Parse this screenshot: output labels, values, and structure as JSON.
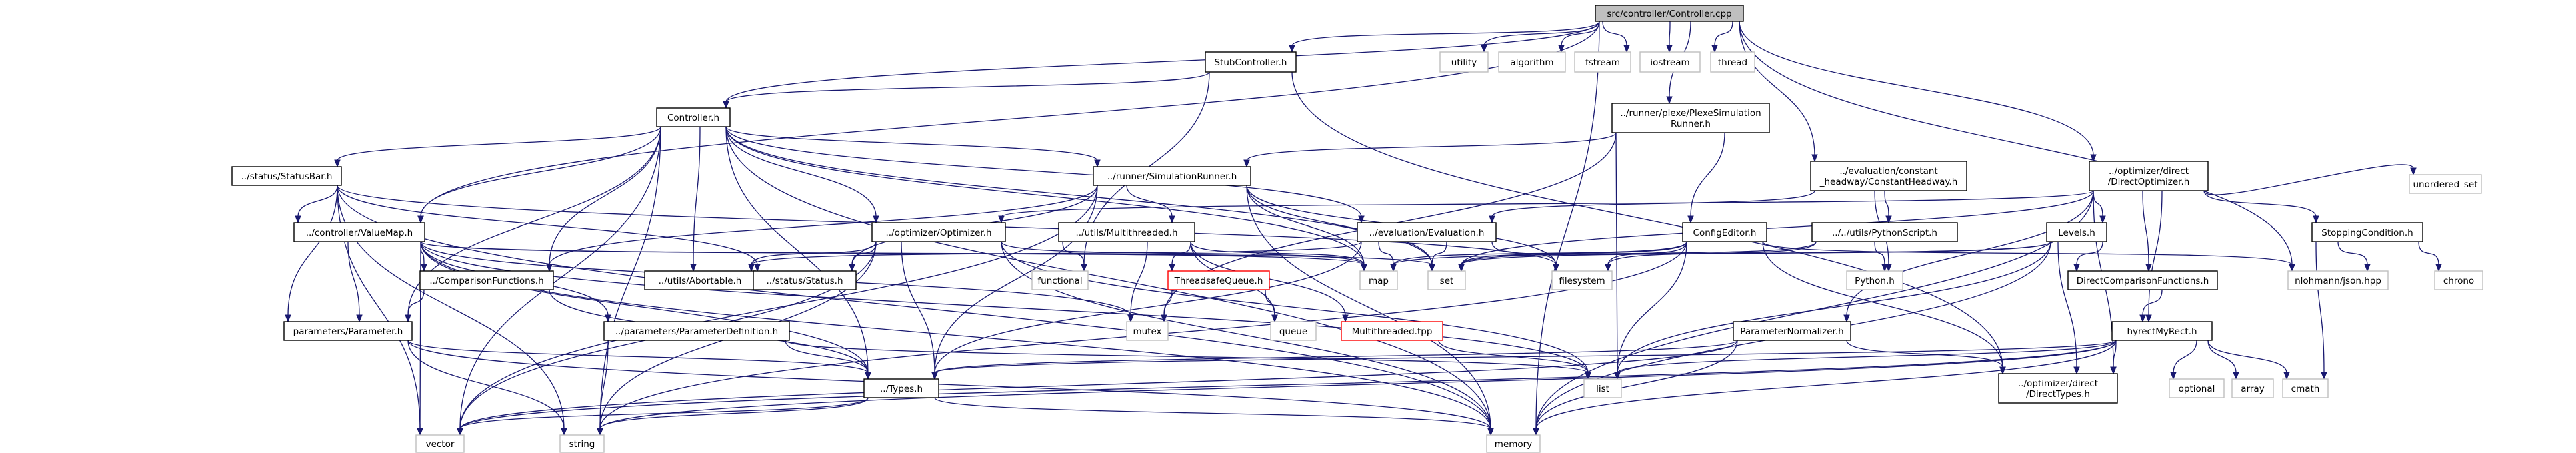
{
  "graph": {
    "title": "src/controller/Controller.cpp",
    "colors": {
      "edge": "#191970",
      "root_fill": "#bfbfbf",
      "node_fill": "#ffffff",
      "node_border": "#000000",
      "system_border": "#bfbfbf",
      "missing_border": "#ff0000"
    },
    "nodes": [
      {
        "id": "root",
        "lines": [
          "src/controller/Controller.cpp"
        ],
        "kind": "root"
      },
      {
        "id": "utility",
        "lines": [
          "utility"
        ],
        "kind": "system"
      },
      {
        "id": "algorithm",
        "lines": [
          "algorithm"
        ],
        "kind": "system"
      },
      {
        "id": "fstream",
        "lines": [
          "fstream"
        ],
        "kind": "system"
      },
      {
        "id": "iostream",
        "lines": [
          "iostream"
        ],
        "kind": "system"
      },
      {
        "id": "thread",
        "lines": [
          "thread"
        ],
        "kind": "system"
      },
      {
        "id": "stubcontroller",
        "lines": [
          "StubController.h"
        ],
        "kind": "file"
      },
      {
        "id": "controller_h",
        "lines": [
          "Controller.h"
        ],
        "kind": "file"
      },
      {
        "id": "plexe",
        "lines": [
          "../runner/plexe/PlexeSimulation",
          "Runner.h"
        ],
        "kind": "file"
      },
      {
        "id": "consthw",
        "lines": [
          "../evaluation/constant",
          "_headway/ConstantHeadway.h"
        ],
        "kind": "file"
      },
      {
        "id": "directopt",
        "lines": [
          "../optimizer/direct",
          "/DirectOptimizer.h"
        ],
        "kind": "file"
      },
      {
        "id": "statusbar",
        "lines": [
          "../status/StatusBar.h"
        ],
        "kind": "file"
      },
      {
        "id": "simrunner",
        "lines": [
          "../runner/SimulationRunner.h"
        ],
        "kind": "file"
      },
      {
        "id": "configeditor",
        "lines": [
          "ConfigEditor.h"
        ],
        "kind": "file"
      },
      {
        "id": "pythonscript",
        "lines": [
          "../../utils/PythonScript.h"
        ],
        "kind": "file"
      },
      {
        "id": "evaluation",
        "lines": [
          "../evaluation/Evaluation.h"
        ],
        "kind": "file"
      },
      {
        "id": "valuemap",
        "lines": [
          "../controller/ValueMap.h"
        ],
        "kind": "file"
      },
      {
        "id": "optimizer",
        "lines": [
          "../optimizer/Optimizer.h"
        ],
        "kind": "file"
      },
      {
        "id": "multithreaded",
        "lines": [
          "../utils/Multithreaded.h"
        ],
        "kind": "file"
      },
      {
        "id": "levels",
        "lines": [
          "Levels.h"
        ],
        "kind": "file"
      },
      {
        "id": "stopping",
        "lines": [
          "StoppingCondition.h"
        ],
        "kind": "file"
      },
      {
        "id": "unordered_set",
        "lines": [
          "unordered_set"
        ],
        "kind": "system"
      },
      {
        "id": "compfunc",
        "lines": [
          "../ComparisonFunctions.h"
        ],
        "kind": "file"
      },
      {
        "id": "abortable",
        "lines": [
          "../utils/Abortable.h"
        ],
        "kind": "file"
      },
      {
        "id": "status",
        "lines": [
          "../status/Status.h"
        ],
        "kind": "file"
      },
      {
        "id": "functional",
        "lines": [
          "functional"
        ],
        "kind": "system"
      },
      {
        "id": "map",
        "lines": [
          "map"
        ],
        "kind": "system"
      },
      {
        "id": "set",
        "lines": [
          "set"
        ],
        "kind": "system"
      },
      {
        "id": "filesystem",
        "lines": [
          "filesystem"
        ],
        "kind": "system"
      },
      {
        "id": "python",
        "lines": [
          "Python.h"
        ],
        "kind": "system"
      },
      {
        "id": "nlohmann",
        "lines": [
          "nlohmann/json.hpp"
        ],
        "kind": "system"
      },
      {
        "id": "chrono",
        "lines": [
          "chrono"
        ],
        "kind": "system"
      },
      {
        "id": "tsqueue",
        "lines": [
          "ThreadsafeQueue.h"
        ],
        "kind": "missing"
      },
      {
        "id": "directcomp",
        "lines": [
          "DirectComparisonFunctions.h"
        ],
        "kind": "file"
      },
      {
        "id": "parameter",
        "lines": [
          "parameters/Parameter.h"
        ],
        "kind": "file"
      },
      {
        "id": "paramdef",
        "lines": [
          "../parameters/ParameterDefinition.h"
        ],
        "kind": "file"
      },
      {
        "id": "mtpp",
        "lines": [
          "Multithreaded.tpp"
        ],
        "kind": "missing"
      },
      {
        "id": "mutex",
        "lines": [
          "mutex"
        ],
        "kind": "system"
      },
      {
        "id": "queue",
        "lines": [
          "queue"
        ],
        "kind": "system"
      },
      {
        "id": "paramnorm",
        "lines": [
          "ParameterNormalizer.h"
        ],
        "kind": "file"
      },
      {
        "id": "hyrect",
        "lines": [
          "hyrectMyRect.h"
        ],
        "kind": "file"
      },
      {
        "id": "types",
        "lines": [
          "../Types.h"
        ],
        "kind": "file"
      },
      {
        "id": "list",
        "lines": [
          "list"
        ],
        "kind": "system"
      },
      {
        "id": "directtypes",
        "lines": [
          "../optimizer/direct",
          "/DirectTypes.h"
        ],
        "kind": "file"
      },
      {
        "id": "optional",
        "lines": [
          "optional"
        ],
        "kind": "system"
      },
      {
        "id": "array",
        "lines": [
          "array"
        ],
        "kind": "system"
      },
      {
        "id": "cmath",
        "lines": [
          "cmath"
        ],
        "kind": "system"
      },
      {
        "id": "vector",
        "lines": [
          "vector"
        ],
        "kind": "system"
      },
      {
        "id": "string",
        "lines": [
          "string"
        ],
        "kind": "system"
      },
      {
        "id": "memory",
        "lines": [
          "memory"
        ],
        "kind": "system"
      }
    ],
    "edges": [
      [
        "root",
        "utility"
      ],
      [
        "root",
        "algorithm"
      ],
      [
        "root",
        "fstream"
      ],
      [
        "root",
        "iostream"
      ],
      [
        "root",
        "thread"
      ],
      [
        "root",
        "stubcontroller"
      ],
      [
        "root",
        "controller_h"
      ],
      [
        "root",
        "plexe"
      ],
      [
        "root",
        "consthw"
      ],
      [
        "root",
        "directopt"
      ],
      [
        "root",
        "valuemap"
      ],
      [
        "root",
        "nlohmann"
      ],
      [
        "root",
        "memory"
      ],
      [
        "stubcontroller",
        "controller_h"
      ],
      [
        "stubcontroller",
        "functional"
      ],
      [
        "stubcontroller",
        "directtypes"
      ],
      [
        "controller_h",
        "statusbar"
      ],
      [
        "controller_h",
        "simrunner"
      ],
      [
        "controller_h",
        "valuemap"
      ],
      [
        "controller_h",
        "optimizer"
      ],
      [
        "controller_h",
        "evaluation"
      ],
      [
        "controller_h",
        "compfunc"
      ],
      [
        "controller_h",
        "abortable"
      ],
      [
        "controller_h",
        "map"
      ],
      [
        "controller_h",
        "set"
      ],
      [
        "controller_h",
        "parameter"
      ],
      [
        "controller_h",
        "types"
      ],
      [
        "controller_h",
        "vector"
      ],
      [
        "controller_h",
        "memory"
      ],
      [
        "controller_h",
        "string"
      ],
      [
        "plexe",
        "simrunner"
      ],
      [
        "plexe",
        "configeditor"
      ],
      [
        "plexe",
        "list"
      ],
      [
        "plexe",
        "mutex"
      ],
      [
        "consthw",
        "evaluation"
      ],
      [
        "consthw",
        "pythonscript"
      ],
      [
        "consthw",
        "python"
      ],
      [
        "directopt",
        "optimizer"
      ],
      [
        "directopt",
        "levels"
      ],
      [
        "directopt",
        "stopping"
      ],
      [
        "directopt",
        "unordered_set"
      ],
      [
        "directopt",
        "directcomp"
      ],
      [
        "directopt",
        "hyrect"
      ],
      [
        "directopt",
        "paramnorm"
      ],
      [
        "directopt",
        "set"
      ],
      [
        "directopt",
        "directtypes"
      ],
      [
        "directopt",
        "memory"
      ],
      [
        "statusbar",
        "valuemap"
      ],
      [
        "statusbar",
        "status"
      ],
      [
        "statusbar",
        "filesystem"
      ],
      [
        "statusbar",
        "parameter"
      ],
      [
        "statusbar",
        "vector"
      ],
      [
        "statusbar",
        "string"
      ],
      [
        "statusbar",
        "memory"
      ],
      [
        "simrunner",
        "multithreaded"
      ],
      [
        "simrunner",
        "status"
      ],
      [
        "simrunner",
        "map"
      ],
      [
        "simrunner",
        "set"
      ],
      [
        "simrunner",
        "filesystem"
      ],
      [
        "simrunner",
        "compfunc"
      ],
      [
        "simrunner",
        "memory"
      ],
      [
        "simrunner",
        "types"
      ],
      [
        "simrunner",
        "vector"
      ],
      [
        "configeditor",
        "map"
      ],
      [
        "configeditor",
        "set"
      ],
      [
        "configeditor",
        "filesystem"
      ],
      [
        "configeditor",
        "nlohmann"
      ],
      [
        "configeditor",
        "string"
      ],
      [
        "configeditor",
        "list"
      ],
      [
        "configeditor",
        "directtypes"
      ],
      [
        "pythonscript",
        "python"
      ],
      [
        "pythonscript",
        "filesystem"
      ],
      [
        "pythonscript",
        "set"
      ],
      [
        "evaluation",
        "abortable"
      ],
      [
        "evaluation",
        "map"
      ],
      [
        "evaluation",
        "set"
      ],
      [
        "evaluation",
        "types"
      ],
      [
        "evaluation",
        "filesystem"
      ],
      [
        "valuemap",
        "compfunc"
      ],
      [
        "valuemap",
        "parameter"
      ],
      [
        "valuemap",
        "paramdef"
      ],
      [
        "valuemap",
        "types"
      ],
      [
        "valuemap",
        "map"
      ],
      [
        "valuemap",
        "vector"
      ],
      [
        "valuemap",
        "memory"
      ],
      [
        "valuemap",
        "set"
      ],
      [
        "valuemap",
        "list"
      ],
      [
        "valuemap",
        "mutex"
      ],
      [
        "optimizer",
        "status"
      ],
      [
        "optimizer",
        "abortable"
      ],
      [
        "optimizer",
        "types"
      ],
      [
        "optimizer",
        "map"
      ],
      [
        "optimizer",
        "list"
      ],
      [
        "optimizer",
        "memory"
      ],
      [
        "optimizer",
        "vector"
      ],
      [
        "optimizer",
        "string"
      ],
      [
        "multithreaded",
        "tsqueue"
      ],
      [
        "multithreaded",
        "mtpp"
      ],
      [
        "multithreaded",
        "functional"
      ],
      [
        "multithreaded",
        "mutex"
      ],
      [
        "multithreaded",
        "queue"
      ],
      [
        "multithreaded",
        "map"
      ],
      [
        "tsqueue",
        "mutex"
      ],
      [
        "tsqueue",
        "queue"
      ],
      [
        "mtpp",
        "list"
      ],
      [
        "levels",
        "set"
      ],
      [
        "levels",
        "map"
      ],
      [
        "levels",
        "list"
      ],
      [
        "levels",
        "memory"
      ],
      [
        "levels",
        "directtypes"
      ],
      [
        "levels",
        "directcomp"
      ],
      [
        "stopping",
        "nlohmann"
      ],
      [
        "stopping",
        "chrono"
      ],
      [
        "stopping",
        "cmath"
      ],
      [
        "directcomp",
        "hyrect"
      ],
      [
        "hyrect",
        "types"
      ],
      [
        "hyrect",
        "directtypes"
      ],
      [
        "hyrect",
        "optional"
      ],
      [
        "hyrect",
        "array"
      ],
      [
        "hyrect",
        "cmath"
      ],
      [
        "hyrect",
        "list"
      ],
      [
        "hyrect",
        "vector"
      ],
      [
        "hyrect",
        "memory"
      ],
      [
        "hyrect",
        "string"
      ],
      [
        "paramnorm",
        "types"
      ],
      [
        "paramnorm",
        "directtypes"
      ],
      [
        "paramnorm",
        "memory"
      ],
      [
        "paramnorm",
        "vector"
      ],
      [
        "compfunc",
        "parameter"
      ],
      [
        "compfunc",
        "types"
      ],
      [
        "parameter",
        "types"
      ],
      [
        "parameter",
        "string"
      ],
      [
        "parameter",
        "memory"
      ],
      [
        "paramdef",
        "types"
      ],
      [
        "paramdef",
        "string"
      ],
      [
        "paramdef",
        "list"
      ],
      [
        "types",
        "vector"
      ],
      [
        "types",
        "string"
      ],
      [
        "types",
        "memory"
      ]
    ]
  }
}
